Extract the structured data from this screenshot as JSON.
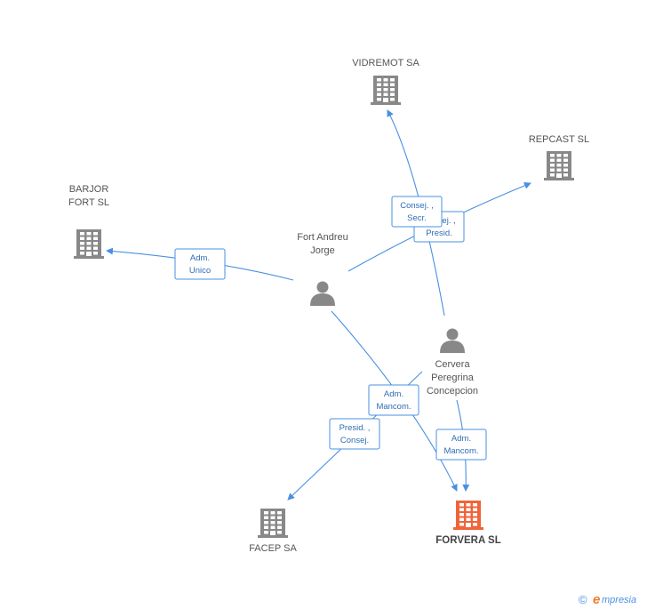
{
  "colors": {
    "company": "#888888",
    "focus_company": "#f0643a",
    "person": "#888888",
    "edge": "#4a90e2",
    "edge_text": "#2f6db5"
  },
  "nodes": [
    {
      "id": "vidremot",
      "type": "company",
      "lines": [
        "VIDREMOT SA"
      ]
    },
    {
      "id": "repcast",
      "type": "company",
      "lines": [
        "REPCAST SL"
      ]
    },
    {
      "id": "barjor",
      "type": "company",
      "lines": [
        "BARJOR",
        "FORT SL"
      ]
    },
    {
      "id": "fort",
      "type": "person",
      "lines": [
        "Fort Andreu",
        "Jorge"
      ]
    },
    {
      "id": "cervera",
      "type": "person",
      "lines": [
        "Cervera",
        "Peregrina",
        "Concepcion"
      ]
    },
    {
      "id": "facep",
      "type": "company",
      "lines": [
        "FACEP SA"
      ]
    },
    {
      "id": "forvera",
      "type": "focus",
      "lines": [
        "FORVERA SL"
      ]
    }
  ],
  "edge_labels": [
    {
      "id": "e-fort-barjor",
      "lines": [
        "Adm.",
        "Unico"
      ]
    },
    {
      "id": "e-cervera-repcast",
      "lines": [
        "Consej. ,",
        "Presid."
      ]
    },
    {
      "id": "e-fort-vidremot",
      "lines": [
        "Consej. ,",
        "Secr."
      ]
    },
    {
      "id": "e-fort-forvera",
      "lines": [
        "Adm.",
        "Mancom."
      ]
    },
    {
      "id": "e-cervera-facep",
      "lines": [
        "Presid. ,",
        "Consej."
      ]
    },
    {
      "id": "e-cervera-forvera",
      "lines": [
        "Adm.",
        "Mancom."
      ]
    }
  ],
  "brand": {
    "copyright": "©",
    "e": "e",
    "rest": "mpresia"
  }
}
